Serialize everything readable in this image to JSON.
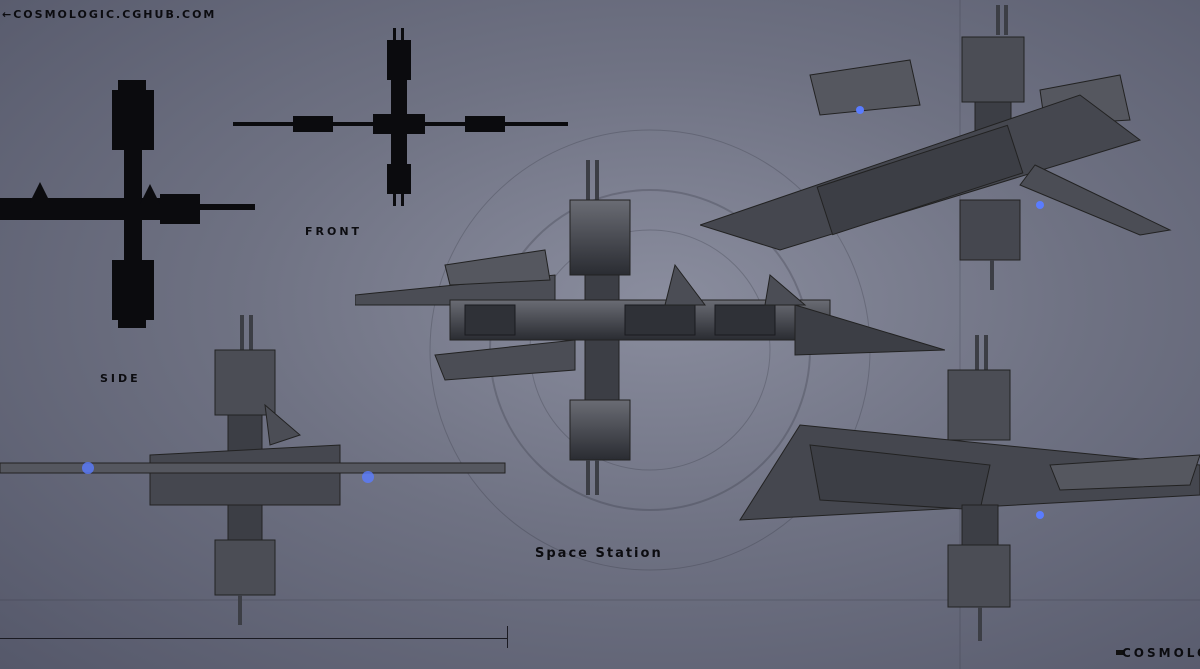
{
  "site_url": "←COSMOLOGIC.CGHUB.COM",
  "labels": {
    "side": "SIDE",
    "front": "FRONT",
    "title": "Space Station",
    "brand": "COSMOLOGIC"
  },
  "colors": {
    "background": "#6f7283",
    "silhouette": "#0b0b0e",
    "hull": "#3c3e45",
    "hull_light": "#6a6c74",
    "engine_glow": "#5a7cff"
  }
}
